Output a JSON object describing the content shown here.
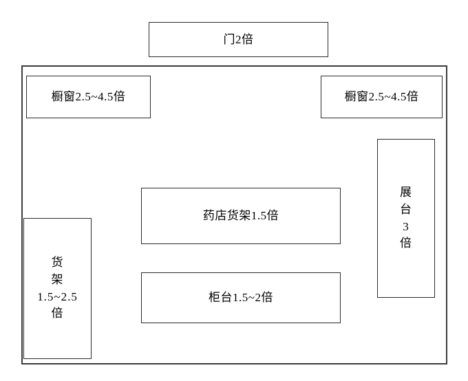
{
  "diagram": {
    "type": "store-floor-plan",
    "background_color": "#ffffff",
    "outline_color": "#3b3b3b",
    "fixture_border_color": "#2a2a2a",
    "fixtures": [
      {
        "id": "door",
        "label": "门2倍",
        "multiplier": "2倍"
      },
      {
        "id": "window-left",
        "label": "橱窗2.5~4.5倍",
        "multiplier": "2.5~4.5倍"
      },
      {
        "id": "window-right",
        "label": "橱窗2.5~4.5倍",
        "multiplier": "2.5~4.5倍"
      },
      {
        "id": "display-stand",
        "label": "展\n台\n3\n倍",
        "multiplier": "3倍"
      },
      {
        "id": "shelf-left",
        "label": "货\n架\n1.5~2.5\n倍",
        "multiplier": "1.5~2.5倍"
      },
      {
        "id": "pharmacy-shelf",
        "label": "药店货架1.5倍",
        "multiplier": "1.5倍"
      },
      {
        "id": "counter",
        "label": "柜台1.5~2倍",
        "multiplier": "1.5~2倍"
      }
    ]
  }
}
